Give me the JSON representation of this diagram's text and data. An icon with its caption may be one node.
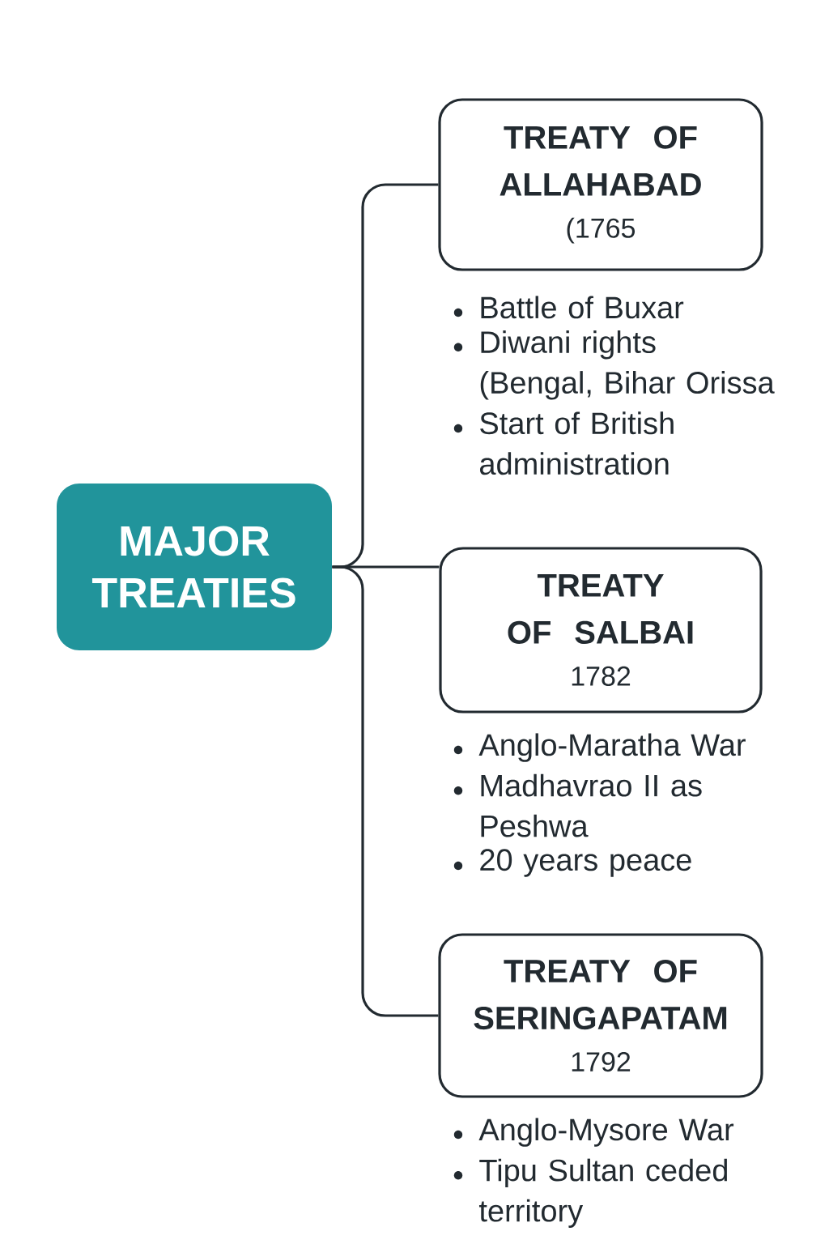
{
  "diagram": {
    "nodes": [
      {
        "text": [
          "MAJOR TREATIES"
        ]
      },
      {
        "text": [
          "TREATY OF ALLAHABAD",
          "(1765"
        ],
        "beside": [
          "Battle of Buxar",
          "Diwani rights (Bengal, Bihar Orissa",
          "Start of British administration"
        ]
      },
      {
        "text": [
          "TREATY OF SALBAI",
          "1782"
        ],
        "beside": [
          "Anglo-Maratha War",
          "Madhavrao II as Peshwa",
          "20 years peace"
        ]
      },
      {
        "text": [
          "TREATY OF SERINGAPATAM",
          "1792"
        ],
        "beside": [
          "Anglo-Mysore War",
          "Tipu Sultan ceded territory"
        ]
      }
    ],
    "edges": [
      {
        "from": 0,
        "to": 1,
        "arrow": "none"
      },
      {
        "from": 0,
        "to": 2,
        "arrow": "none"
      },
      {
        "from": 0,
        "to": 3,
        "arrow": "none"
      }
    ]
  }
}
